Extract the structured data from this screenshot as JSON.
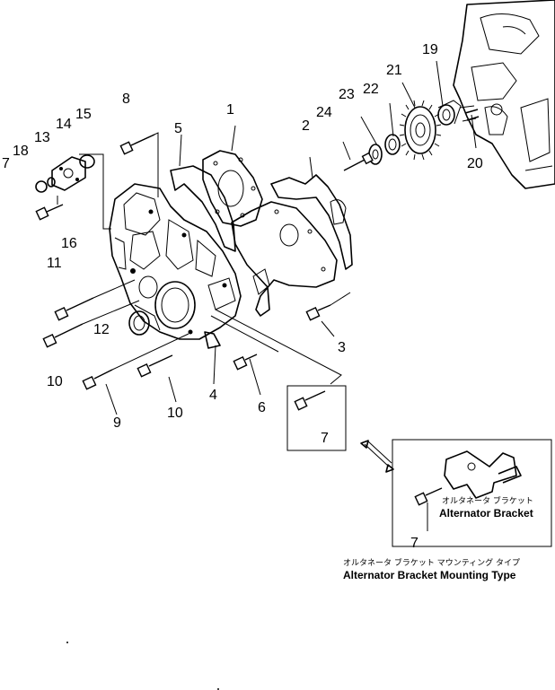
{
  "callouts": {
    "n1": "1",
    "n2": "2",
    "n3": "3",
    "n4": "4",
    "n5": "5",
    "n6": "6",
    "n7": "7",
    "n8": "8",
    "n9": "9",
    "n10a": "10",
    "n10b": "10",
    "n11": "11",
    "n12": "12",
    "n13": "13",
    "n14": "14",
    "n15": "15",
    "n16": "16",
    "n18": "18",
    "n19": "19",
    "n20": "20",
    "n21": "21",
    "n22": "22",
    "n23": "23",
    "n24": "24",
    "inset_bolt": "7",
    "detail_bolt": "7"
  },
  "detail": {
    "label_jp": "オルタネータ ブラケット",
    "label_en": "Alternator Bracket"
  },
  "caption": {
    "jp": "オルタネータ ブラケット マウンティング タイプ",
    "en": "Alternator Bracket Mounting Type"
  }
}
